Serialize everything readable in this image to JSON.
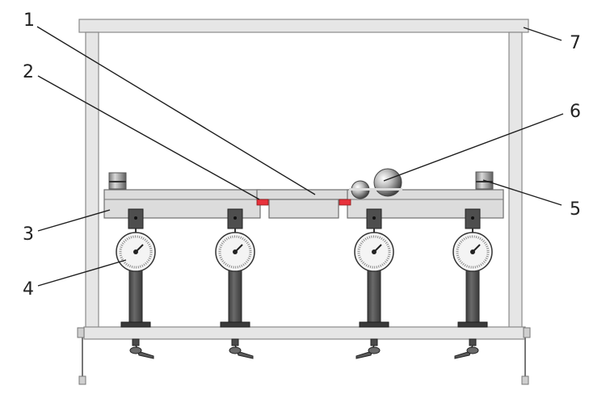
{
  "labels": {
    "l1": "1",
    "l2": "2",
    "l3": "3",
    "l4": "4",
    "l5": "5",
    "l6": "6",
    "l7": "7"
  },
  "colors": {
    "frame": "#e6e6e6",
    "beam": "#dcdcdc",
    "post": "#5a5a5a",
    "marker": "#e8323c",
    "outline": "#6f6f6f"
  },
  "parts": {
    "gauges": 4,
    "end_weights": 2,
    "spheres": 2
  }
}
